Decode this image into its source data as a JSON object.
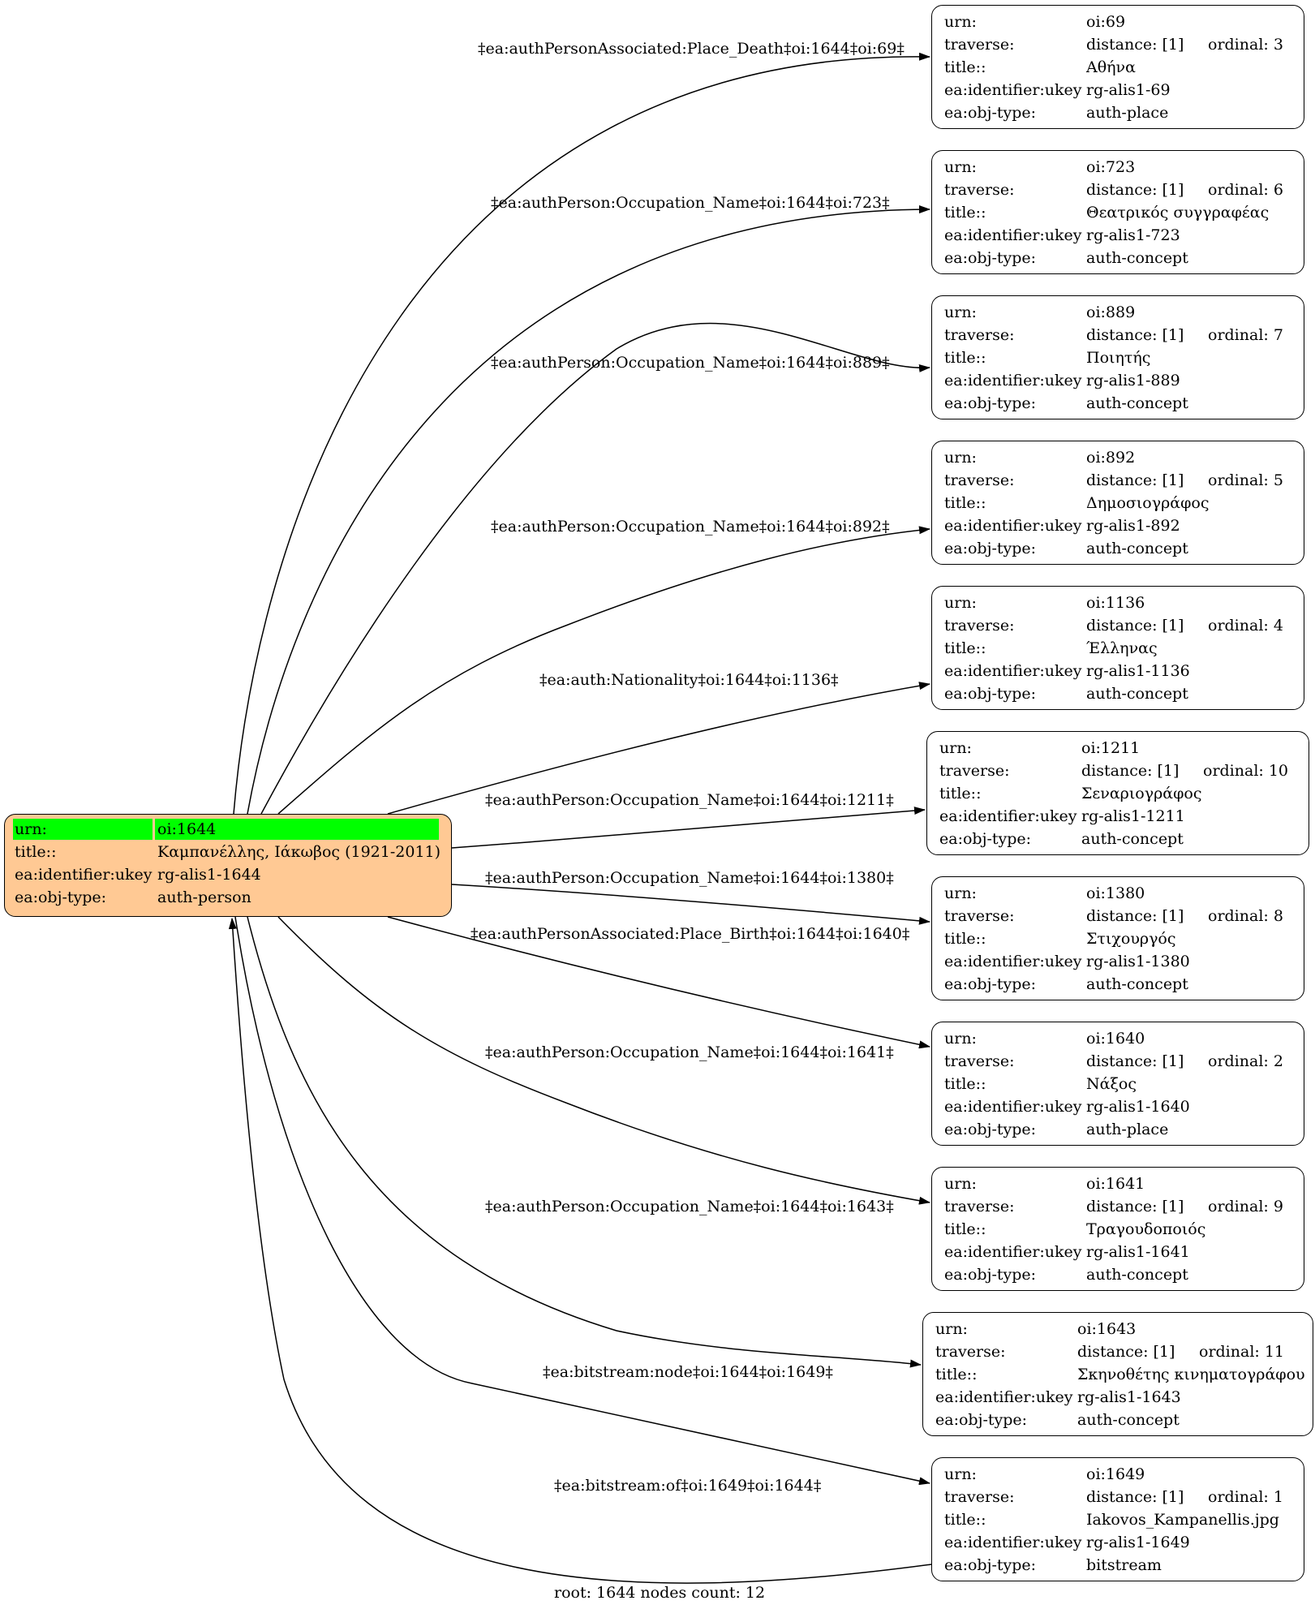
{
  "root": {
    "rows": [
      {
        "k": "urn:",
        "v": "oi:1644"
      },
      {
        "k": "title::",
        "v": "Καμπανέλλης, Ιάκωβος (1921-2011)"
      },
      {
        "k": "ea:identifier:ukey",
        "v": "rg-alis1-1644"
      },
      {
        "k": "ea:obj-type:",
        "v": "auth-person"
      }
    ]
  },
  "nodes": [
    {
      "urn": "oi:69",
      "distance": "distance: [1]",
      "ordinal": "ordinal: 3",
      "title": "Αθήνα",
      "ukey": "rg-alis1-69",
      "type": "auth-place"
    },
    {
      "urn": "oi:723",
      "distance": "distance: [1]",
      "ordinal": "ordinal: 6",
      "title": "Θεατρικός συγγραφέας",
      "ukey": "rg-alis1-723",
      "type": "auth-concept"
    },
    {
      "urn": "oi:889",
      "distance": "distance: [1]",
      "ordinal": "ordinal: 7",
      "title": "Ποιητής",
      "ukey": "rg-alis1-889",
      "type": "auth-concept"
    },
    {
      "urn": "oi:892",
      "distance": "distance: [1]",
      "ordinal": "ordinal: 5",
      "title": "Δημοσιογράφος",
      "ukey": "rg-alis1-892",
      "type": "auth-concept"
    },
    {
      "urn": "oi:1136",
      "distance": "distance: [1]",
      "ordinal": "ordinal: 4",
      "title": "Έλληνας",
      "ukey": "rg-alis1-1136",
      "type": "auth-concept"
    },
    {
      "urn": "oi:1211",
      "distance": "distance: [1]",
      "ordinal": "ordinal: 10",
      "title": "Σεναριογράφος",
      "ukey": "rg-alis1-1211",
      "type": "auth-concept"
    },
    {
      "urn": "oi:1380",
      "distance": "distance: [1]",
      "ordinal": "ordinal: 8",
      "title": "Στιχουργός",
      "ukey": "rg-alis1-1380",
      "type": "auth-concept"
    },
    {
      "urn": "oi:1640",
      "distance": "distance: [1]",
      "ordinal": "ordinal: 2",
      "title": "Νάξος",
      "ukey": "rg-alis1-1640",
      "type": "auth-place"
    },
    {
      "urn": "oi:1641",
      "distance": "distance: [1]",
      "ordinal": "ordinal: 9",
      "title": "Τραγουδοποιός",
      "ukey": "rg-alis1-1641",
      "type": "auth-concept"
    },
    {
      "urn": "oi:1643",
      "distance": "distance: [1]",
      "ordinal": "ordinal: 11",
      "title": "Σκηνοθέτης κινηματογράφου",
      "ukey": "rg-alis1-1643",
      "type": "auth-concept"
    },
    {
      "urn": "oi:1649",
      "distance": "distance: [1]",
      "ordinal": "ordinal: 1",
      "title": "Iakovos_Kampanellis.jpg",
      "ukey": "rg-alis1-1649",
      "type": "bitstream"
    }
  ],
  "row_keys": {
    "urn": "urn:",
    "traverse": "traverse:",
    "title": "title::",
    "ukey": "ea:identifier:ukey",
    "type": "ea:obj-type:"
  },
  "edges": [
    "‡ea:authPersonAssociated:Place_Death‡oi:1644‡oi:69‡",
    "‡ea:authPerson:Occupation_Name‡oi:1644‡oi:723‡",
    "‡ea:authPerson:Occupation_Name‡oi:1644‡oi:889‡",
    "‡ea:authPerson:Occupation_Name‡oi:1644‡oi:892‡",
    "‡ea:auth:Nationality‡oi:1644‡oi:1136‡",
    "‡ea:authPerson:Occupation_Name‡oi:1644‡oi:1211‡",
    "‡ea:authPerson:Occupation_Name‡oi:1644‡oi:1380‡",
    "‡ea:authPersonAssociated:Place_Birth‡oi:1644‡oi:1640‡",
    "‡ea:authPerson:Occupation_Name‡oi:1644‡oi:1641‡",
    "‡ea:authPerson:Occupation_Name‡oi:1644‡oi:1643‡",
    "‡ea:bitstream:node‡oi:1644‡oi:1649‡",
    "‡ea:bitstream:of‡oi:1649‡oi:1644‡"
  ],
  "footer": "root: 1644 nodes count: 12"
}
